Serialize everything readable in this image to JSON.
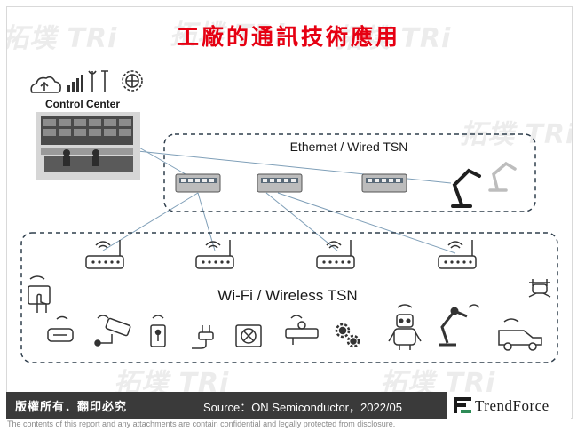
{
  "slide": {
    "title": "工廠的通訊技術應用",
    "watermark": "拓墣 TRi"
  },
  "diagram": {
    "control_center_label": "Control Center",
    "ethernet_label": "Ethernet / Wired TSN",
    "wifi_label": "Wi-Fi / Wireless TSN"
  },
  "footer": {
    "copyright": "版權所有．翻印必究",
    "source": "Source：ON Semiconductor，2022/05",
    "brand": "TrendForce",
    "disclaimer": "The contents of this report and any attachments are contain confidential and legally protected from disclosure."
  },
  "colors": {
    "title_red": "#e60012",
    "footer_bg": "#3a3a3a",
    "line_blue": "#7f9fb8",
    "dash": "#2f3e4c"
  }
}
